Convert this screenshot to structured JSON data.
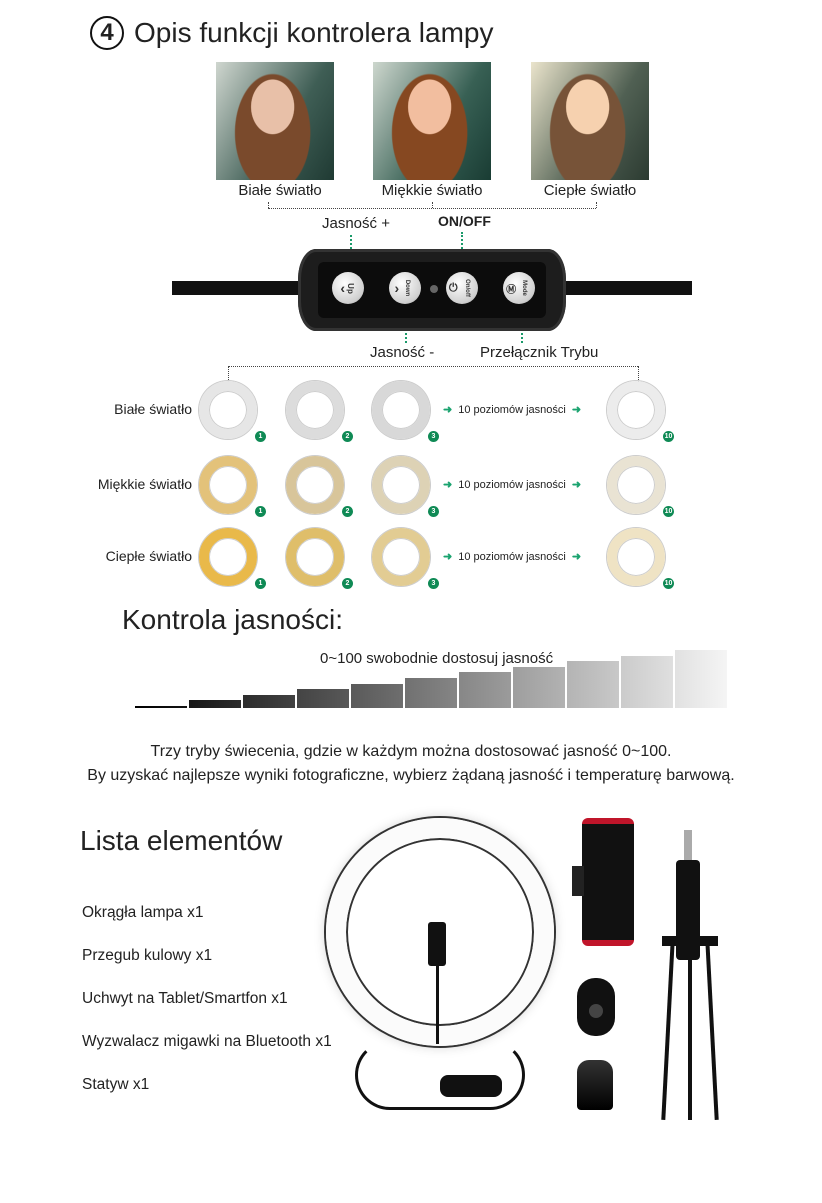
{
  "header": {
    "number": "4",
    "title": "Opis funkcji kontrolera lampy"
  },
  "modes": [
    {
      "label": "Białe światło"
    },
    {
      "label": "Miękkie światło"
    },
    {
      "label": "Ciepłe światło"
    }
  ],
  "controller": {
    "labels": {
      "up": "Jasność +",
      "onoff": "ON/OFF",
      "down": "Jasność -",
      "mode": "Przełącznik Trybu"
    },
    "buttons": {
      "up": "Up",
      "down": "Down",
      "onoff": "On/off",
      "mode": "Mode"
    }
  },
  "rings": {
    "rows": [
      {
        "label": "Białe światło",
        "colors": [
          "#e6e6e6",
          "#dcdcdc",
          "#d8d8d8",
          "#ececec"
        ]
      },
      {
        "label": "Miękkie światło",
        "colors": [
          "#e3c27a",
          "#d8c59a",
          "#ddd2b5",
          "#e9e3d3"
        ]
      },
      {
        "label": "Ciepłe światło",
        "colors": [
          "#e9b94a",
          "#dfbe6a",
          "#e2cc93",
          "#efe3c4"
        ]
      }
    ],
    "badges": [
      "1",
      "2",
      "3",
      "10"
    ],
    "levels_text": "10 poziomów jasności"
  },
  "brightness": {
    "title": "Kontrola jasności:",
    "subtitle": "0~100 swobodnie dostosuj jasność",
    "range": [
      0,
      100
    ],
    "steps": 11
  },
  "description": [
    "Trzy tryby świecenia, gdzie w każdym można dostosować jasność 0~100.",
    "By uzyskać najlepsze wyniki fotograficzne, wybierz żądaną jasność i temperaturę barwową."
  ],
  "package": {
    "title": "Lista elementów",
    "items": [
      "Okrągła lampa x1",
      "Przegub kulowy x1",
      "Uchwyt na Tablet/Smartfon x1",
      "Wyzwalacz migawki na Bluetooth x1",
      "Statyw x1"
    ]
  }
}
